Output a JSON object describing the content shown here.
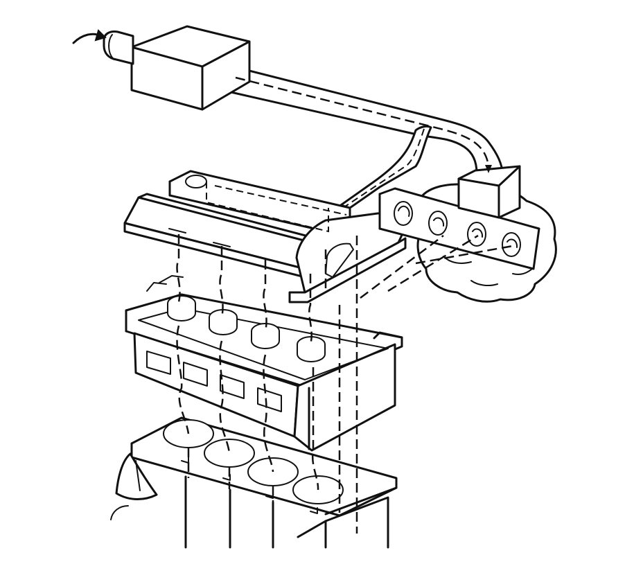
{
  "diagram": {
    "kind": "engine-airflow-exploded-view",
    "parts": [
      "air-intake-arrow",
      "air-cleaner-box",
      "intake-duct",
      "intake-manifold-cover",
      "intake-ports",
      "cylinder-head",
      "cylinder-block",
      "exhaust-manifold",
      "exhaust-outlet",
      "exhaust-gas-cloud",
      "flow-paths"
    ],
    "colors": {
      "ink": "#111111",
      "paper": "#ffffff"
    },
    "icons": [
      "curved-arrow-icon"
    ]
  }
}
